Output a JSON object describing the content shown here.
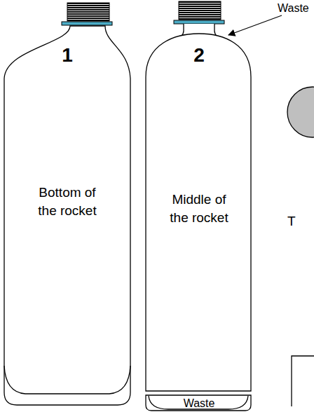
{
  "diagram": {
    "nodes": [
      {
        "text": [
          "1",
          "Bottom of the rocket"
        ]
      },
      {
        "text": [
          "2",
          "Middle of the rocket"
        ]
      },
      {
        "text": [
          "Waste"
        ]
      }
    ],
    "labels": [
      "Waste",
      "T"
    ]
  }
}
